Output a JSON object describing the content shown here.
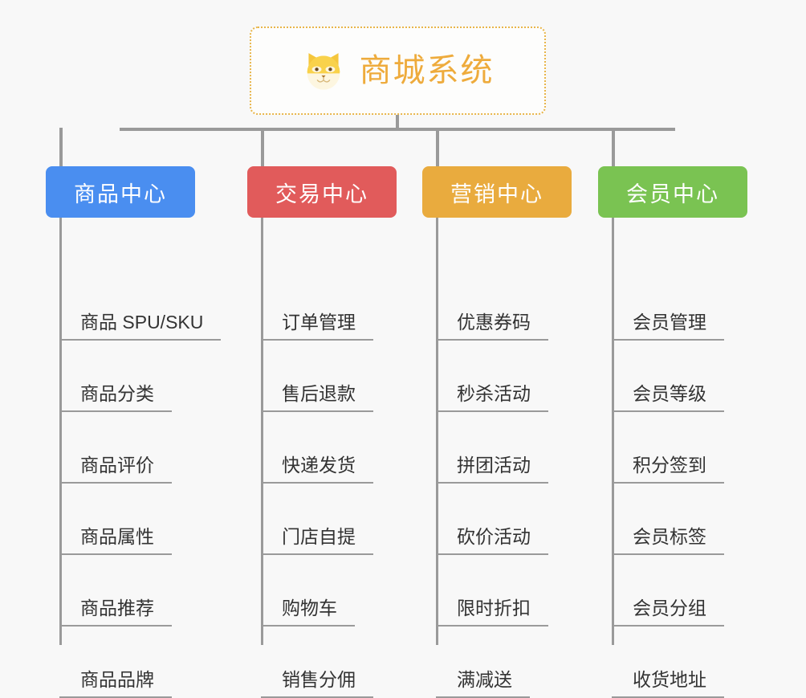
{
  "background_color": "#f8f8f8",
  "root": {
    "icon": "shiba-dog-icon",
    "title": "商城系统",
    "title_color": "#eeab3c",
    "border_color": "#e8b54a"
  },
  "columns": [
    {
      "id": "product-center",
      "title": "商品中心",
      "color": "#4a8ef0",
      "items": [
        "商品 SPU/SKU",
        "商品分类",
        "商品评价",
        "商品属性",
        "商品推荐",
        "商品品牌"
      ]
    },
    {
      "id": "trade-center",
      "title": "交易中心",
      "color": "#e15b5b",
      "items": [
        "订单管理",
        "售后退款",
        "快递发货",
        "门店自提",
        "购物车",
        "销售分佣"
      ]
    },
    {
      "id": "marketing-center",
      "title": "营销中心",
      "color": "#e9ab3e",
      "items": [
        "优惠券码",
        "秒杀活动",
        "拼团活动",
        "砍价活动",
        "限时折扣",
        "满减送"
      ]
    },
    {
      "id": "member-center",
      "title": "会员中心",
      "color": "#78c košt"
    }
  ],
  "connector_color": "#9a9a9a",
  "item_text_color": "#333333"
}
